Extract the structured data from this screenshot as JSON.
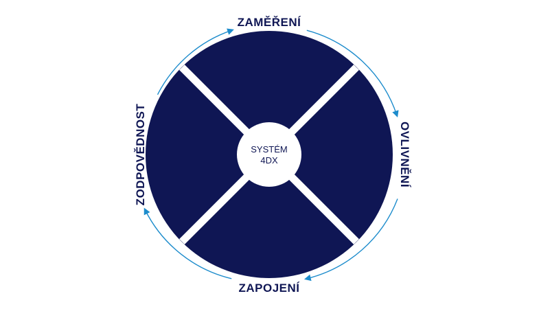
{
  "center": {
    "line1": "SYSTÉM",
    "line2": "4DX"
  },
  "stages": {
    "top": "ZAMĚŘENÍ",
    "right": "OVLIVNĚNÍ",
    "bottom": "ZAPOJENÍ",
    "left": "ZODPOVĚDNOST"
  },
  "colors": {
    "circle_fill": "#0f1654",
    "arrow": "#1d8ccc",
    "label_text": "#0f1654",
    "center_fill": "#ffffff",
    "center_text": "#0f1654"
  }
}
